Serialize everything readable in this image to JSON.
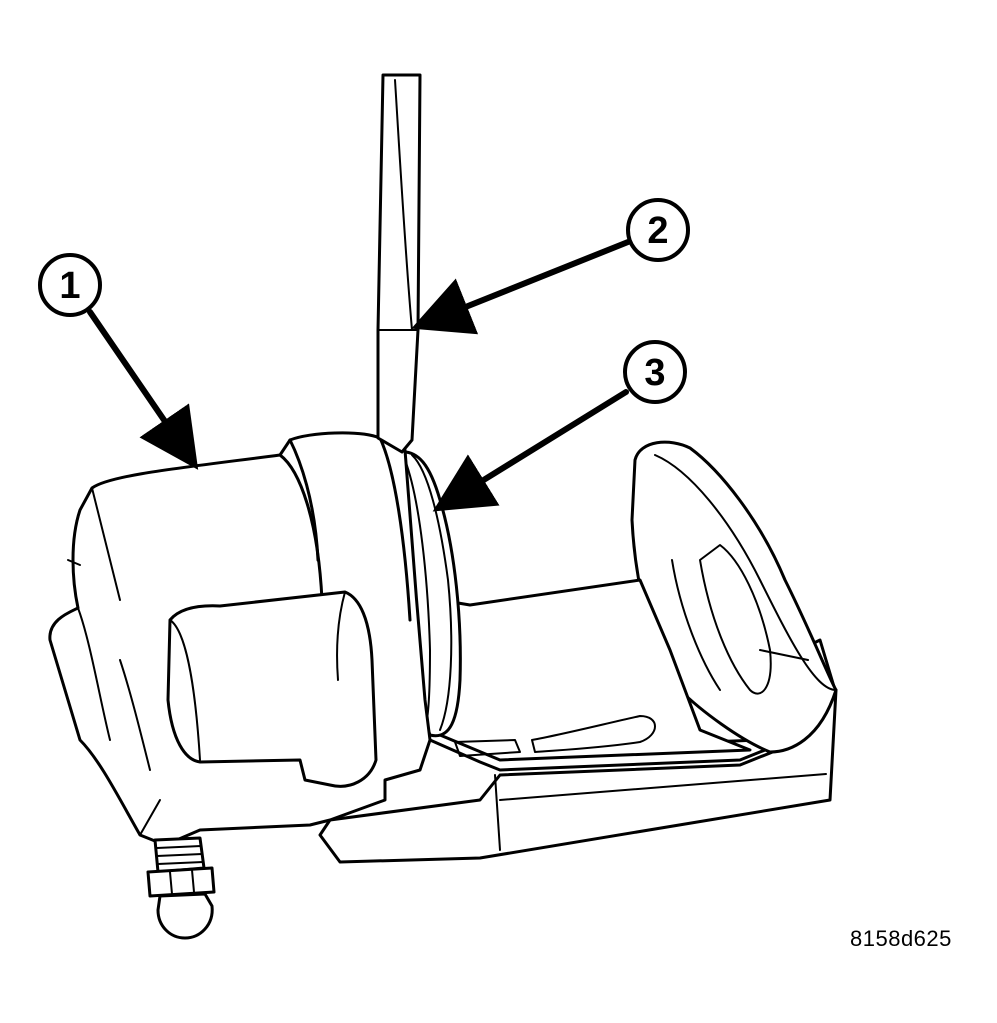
{
  "figure": {
    "id_label": "8158d625",
    "callouts": [
      {
        "number": "1"
      },
      {
        "number": "2"
      },
      {
        "number": "3"
      }
    ]
  }
}
